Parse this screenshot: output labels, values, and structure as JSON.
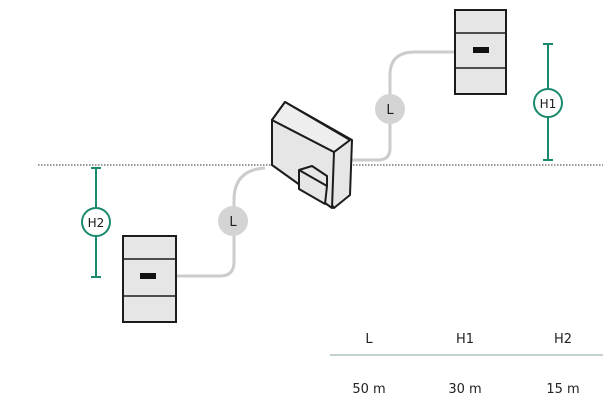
{
  "diagram": {
    "pipe_label": "L",
    "height_label_outdoor": "H1",
    "height_label_indoor": "H2"
  },
  "table": {
    "headers": [
      "L",
      "H1",
      "H2"
    ],
    "values": [
      "50 m",
      "30 m",
      "15 m"
    ]
  },
  "colors": {
    "accent": "#1a8a6e",
    "outline": "#1c1c1c",
    "unit_fill": "#e6e6e6",
    "pipe": "#cccccc",
    "label_circle": "#d4d4d4",
    "table_rule": "#9fb8b0"
  }
}
